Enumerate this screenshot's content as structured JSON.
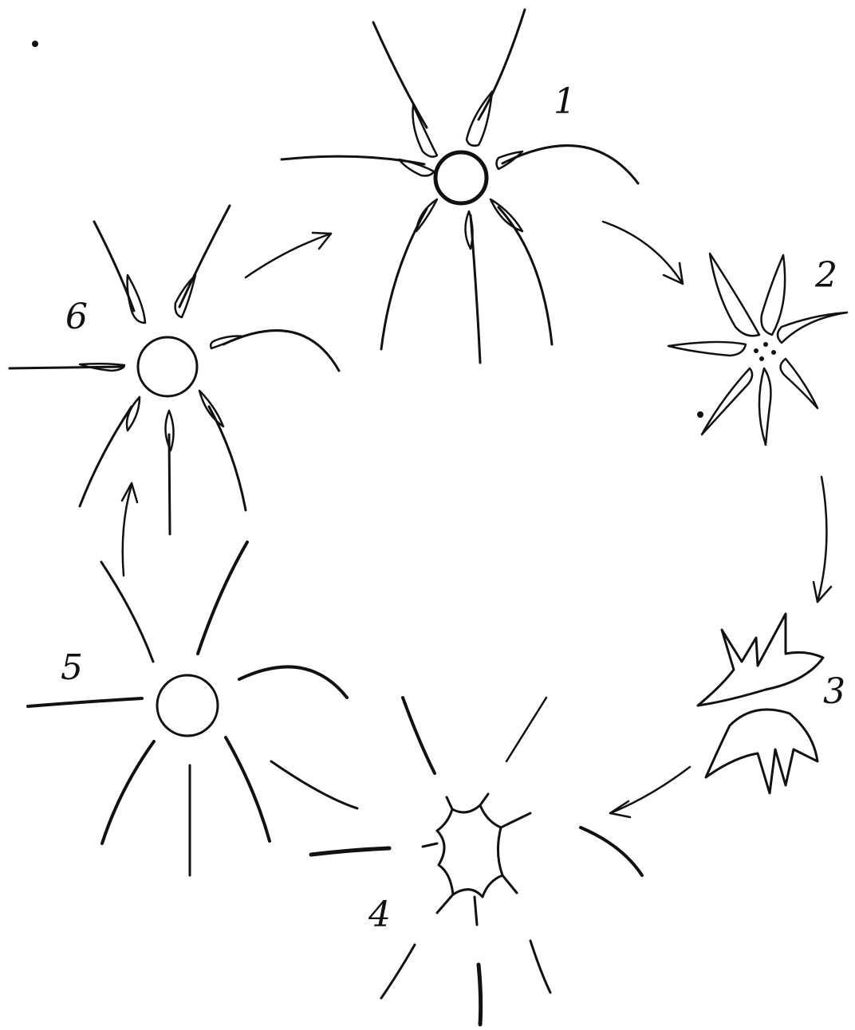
{
  "stages": [
    {
      "id": "stage-1",
      "label": "1"
    },
    {
      "id": "stage-2",
      "label": "2"
    },
    {
      "id": "stage-3",
      "label": "3"
    },
    {
      "id": "stage-4",
      "label": "4"
    },
    {
      "id": "stage-5",
      "label": "5"
    },
    {
      "id": "stage-6",
      "label": "6"
    }
  ],
  "colors": {
    "ink": "#111111",
    "paper": "#ffffff"
  }
}
